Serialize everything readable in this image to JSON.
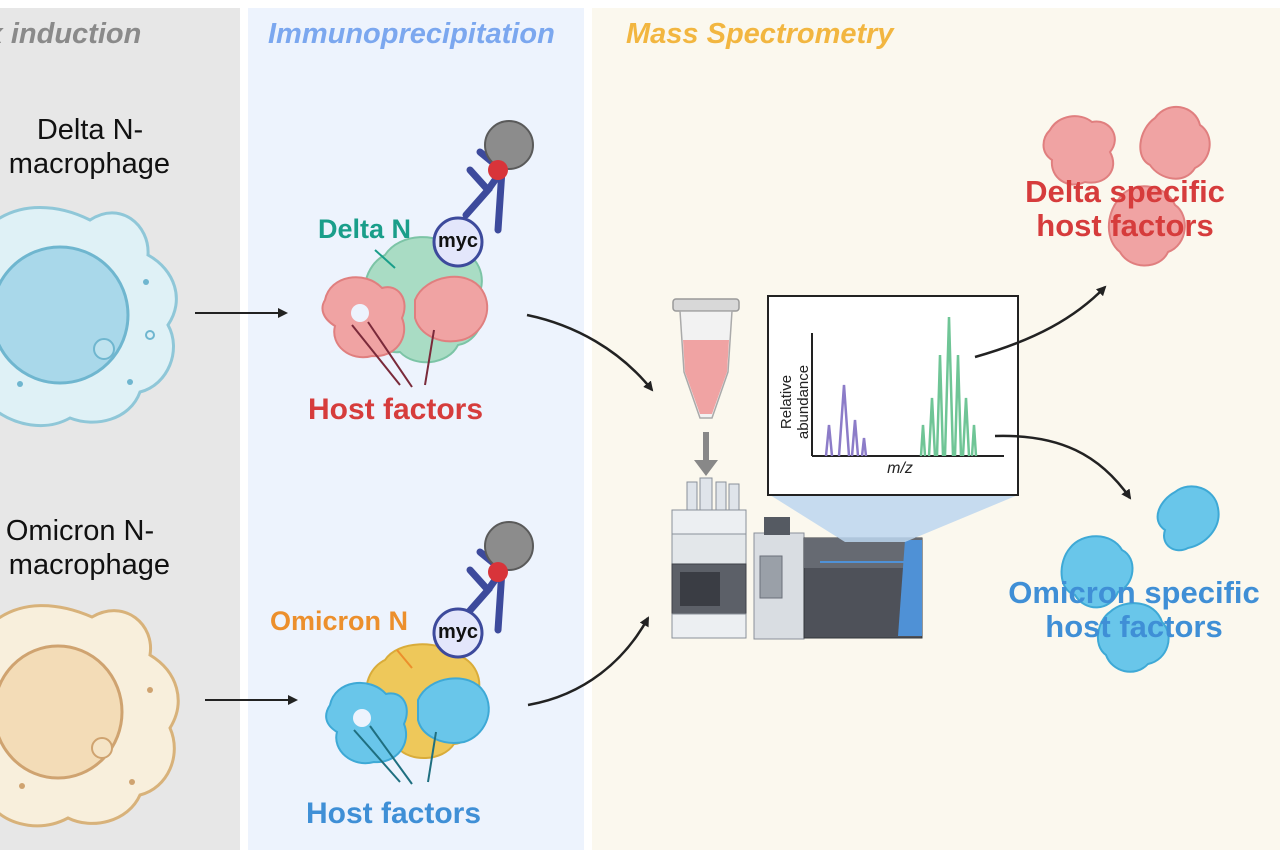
{
  "panels": {
    "dox": {
      "title": "Dox induction",
      "color": "#8a8a8a"
    },
    "ip": {
      "title": "Immunoprecipitation",
      "color": "#7ba7ef"
    },
    "ms": {
      "title": "Mass Spectrometry",
      "color": "#f2b640"
    }
  },
  "cells": {
    "delta": {
      "line1": "Delta N-",
      "line2": "macrophage"
    },
    "omicron": {
      "line1": "Omicron N-",
      "line2": "macrophage"
    }
  },
  "ip_complex": {
    "delta_label": "Delta N",
    "omicron_label": "Omicron N",
    "tag": "myc",
    "host_factors_label": "Host factors"
  },
  "spectrum": {
    "ylabel": "Relative abundance",
    "xlabel": "m/z"
  },
  "results": {
    "delta": {
      "line1": "Delta specific",
      "line2": "host factors"
    },
    "omicron": {
      "line1": "Omicron specific",
      "line2": "host factors"
    }
  },
  "colors": {
    "delta_red": "#d63c3c",
    "omicron_blue": "#3f8fd6",
    "delta_teal": "#1a9e8a",
    "omicron_orange": "#ec8f2c",
    "delta_protein": "#f0a3a3",
    "omicron_protein": "#69c6ea",
    "nucleocapsid_green": "#a9dcc4",
    "nucleocapsid_yellow": "#eec85a",
    "antibody": "#3d4a9c",
    "peak_purple": "#8c7cc8",
    "peak_green": "#6fc596"
  }
}
